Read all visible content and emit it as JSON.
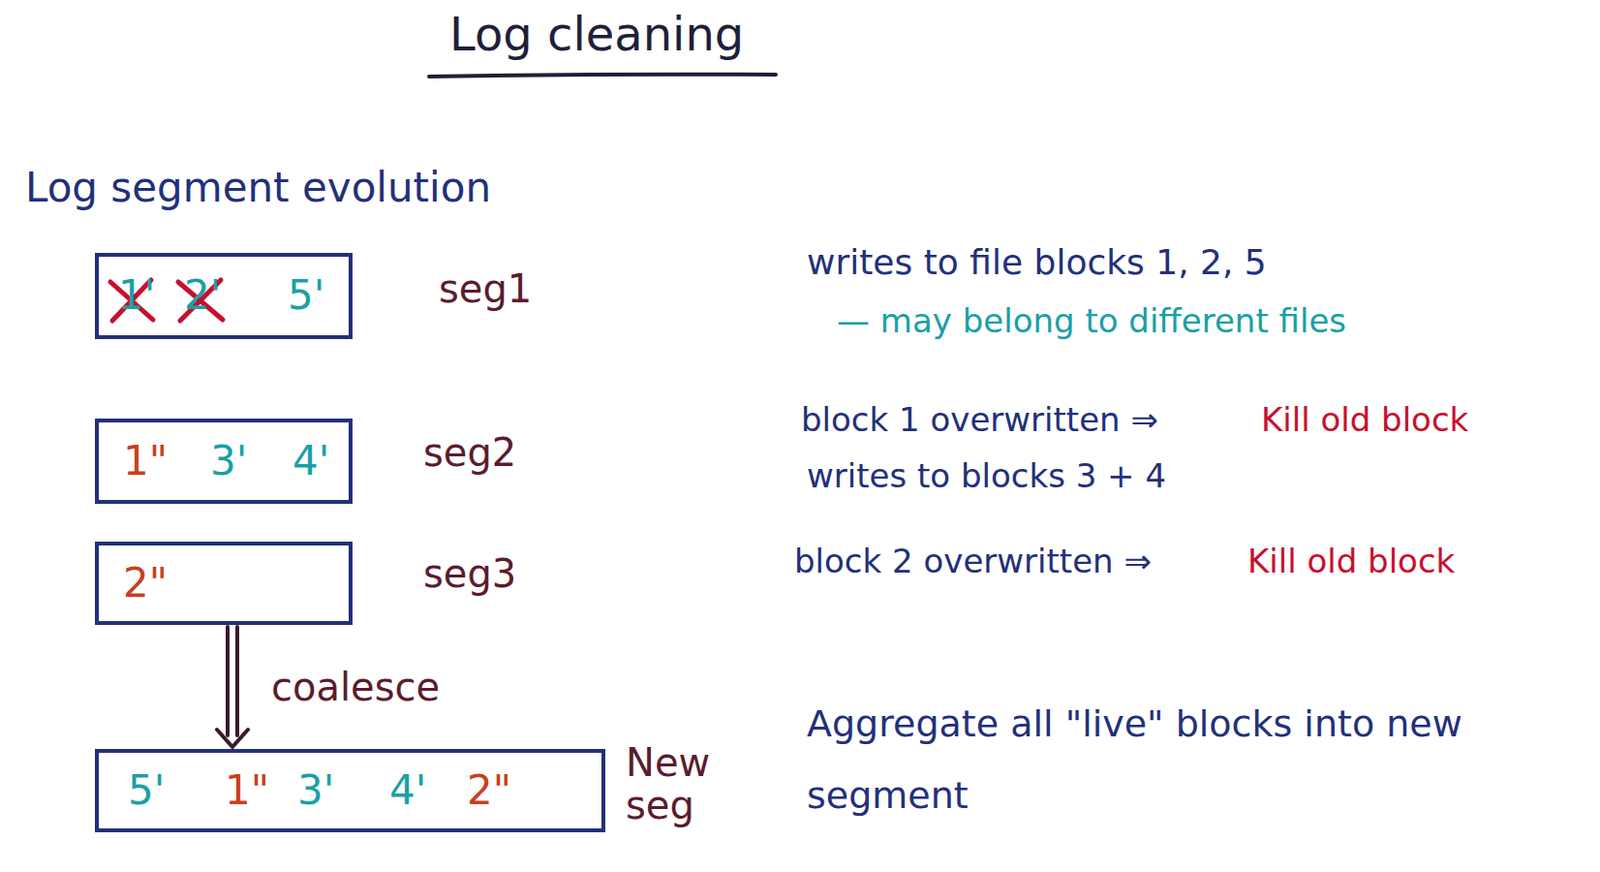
{
  "diagram": {
    "title": "Log cleaning",
    "nodes": [
      {
        "text": [
          "1'",
          "2'",
          "5'",
          "seg1"
        ]
      },
      {
        "text": [
          "1\"",
          "3'",
          "4'",
          "seg2"
        ]
      },
      {
        "text": [
          "2\"",
          "seg3"
        ]
      },
      {
        "text": [
          "5'",
          "1\"",
          "3'",
          "4'",
          "2\"",
          "New seg"
        ]
      }
    ],
    "edges": [
      {
        "from": 2,
        "to": 3,
        "label": "coalesce",
        "arrow": "to"
      }
    ],
    "labels": [
      "Log segment evolution",
      "writes to file blocks 1, 2, 5",
      "— may belong to different files",
      "block 1 overwritten ⇒",
      "Kill old block",
      "writes to blocks 3 + 4",
      "block 2 overwritten ⇒",
      "Kill old block",
      "Aggregate all \"live\" blocks into new segment"
    ]
  }
}
